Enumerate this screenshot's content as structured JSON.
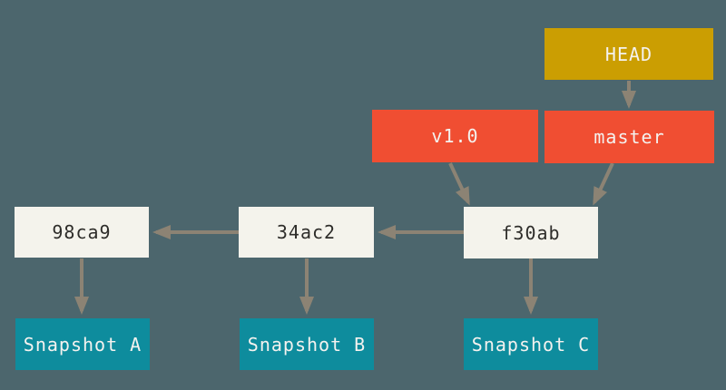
{
  "colors": {
    "background": "#4C666D",
    "head_gold": "#CB9E02",
    "ref_red": "#F04E32",
    "commit_cream": "#F4F3EC",
    "snapshot_teal": "#0E8C9D",
    "arrow_gray": "#8C8374",
    "commit_text": "#2E2D2A",
    "light_text": "#F4F2EF"
  },
  "nodes": {
    "head": {
      "label": "HEAD",
      "type": "head-pointer"
    },
    "master": {
      "label": "master",
      "type": "branch"
    },
    "v1_0": {
      "label": "v1.0",
      "type": "tag"
    },
    "commit_f30ab": {
      "label": "f30ab",
      "type": "commit"
    },
    "commit_34ac2": {
      "label": "34ac2",
      "type": "commit"
    },
    "commit_98ca9": {
      "label": "98ca9",
      "type": "commit"
    },
    "snapshot_a": {
      "label": "Snapshot A",
      "type": "snapshot"
    },
    "snapshot_b": {
      "label": "Snapshot B",
      "type": "snapshot"
    },
    "snapshot_c": {
      "label": "Snapshot C",
      "type": "snapshot"
    }
  },
  "edges": [
    {
      "from": "HEAD",
      "to": "master"
    },
    {
      "from": "v1.0",
      "to": "f30ab"
    },
    {
      "from": "master",
      "to": "f30ab"
    },
    {
      "from": "f30ab",
      "to": "34ac2"
    },
    {
      "from": "34ac2",
      "to": "98ca9"
    },
    {
      "from": "98ca9",
      "to": "Snapshot A"
    },
    {
      "from": "34ac2",
      "to": "Snapshot B"
    },
    {
      "from": "f30ab",
      "to": "Snapshot C"
    }
  ]
}
